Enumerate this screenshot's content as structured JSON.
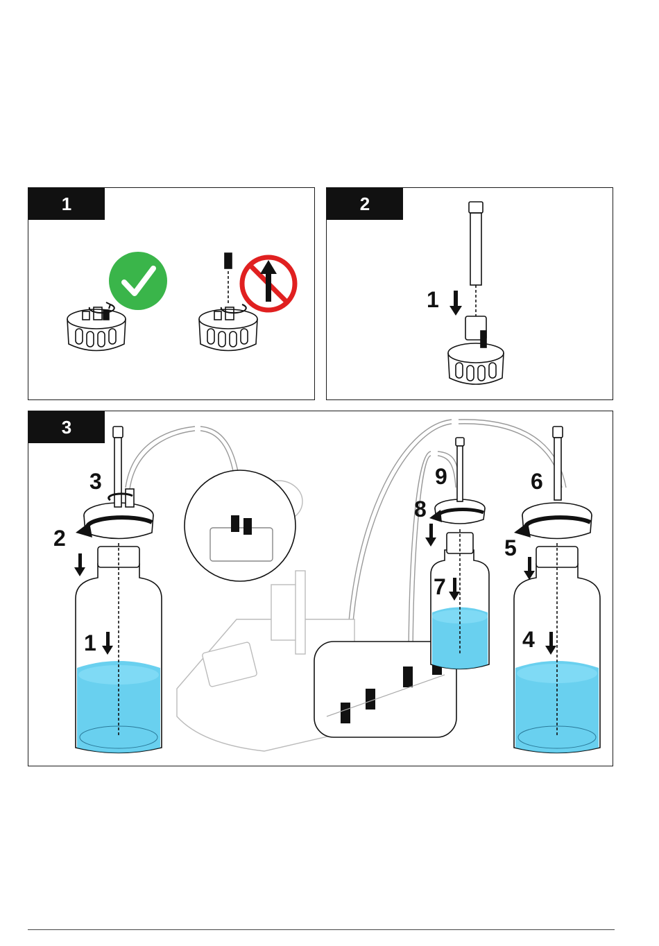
{
  "panels": [
    {
      "id": "1"
    },
    {
      "id": "2"
    },
    {
      "id": "3"
    }
  ],
  "panel2_callouts": {
    "step1": "1"
  },
  "panel3_callouts": [
    "1",
    "2",
    "3",
    "4",
    "5",
    "6",
    "7",
    "8",
    "9"
  ],
  "colors": {
    "liquid": "#4fc8ec",
    "check": "#3ab54a",
    "prohibit": "#e02020",
    "ink": "#111111"
  },
  "icons": [
    "check-icon",
    "prohibited-icon",
    "arrow-down-icon",
    "rotate-arrow-icon"
  ]
}
